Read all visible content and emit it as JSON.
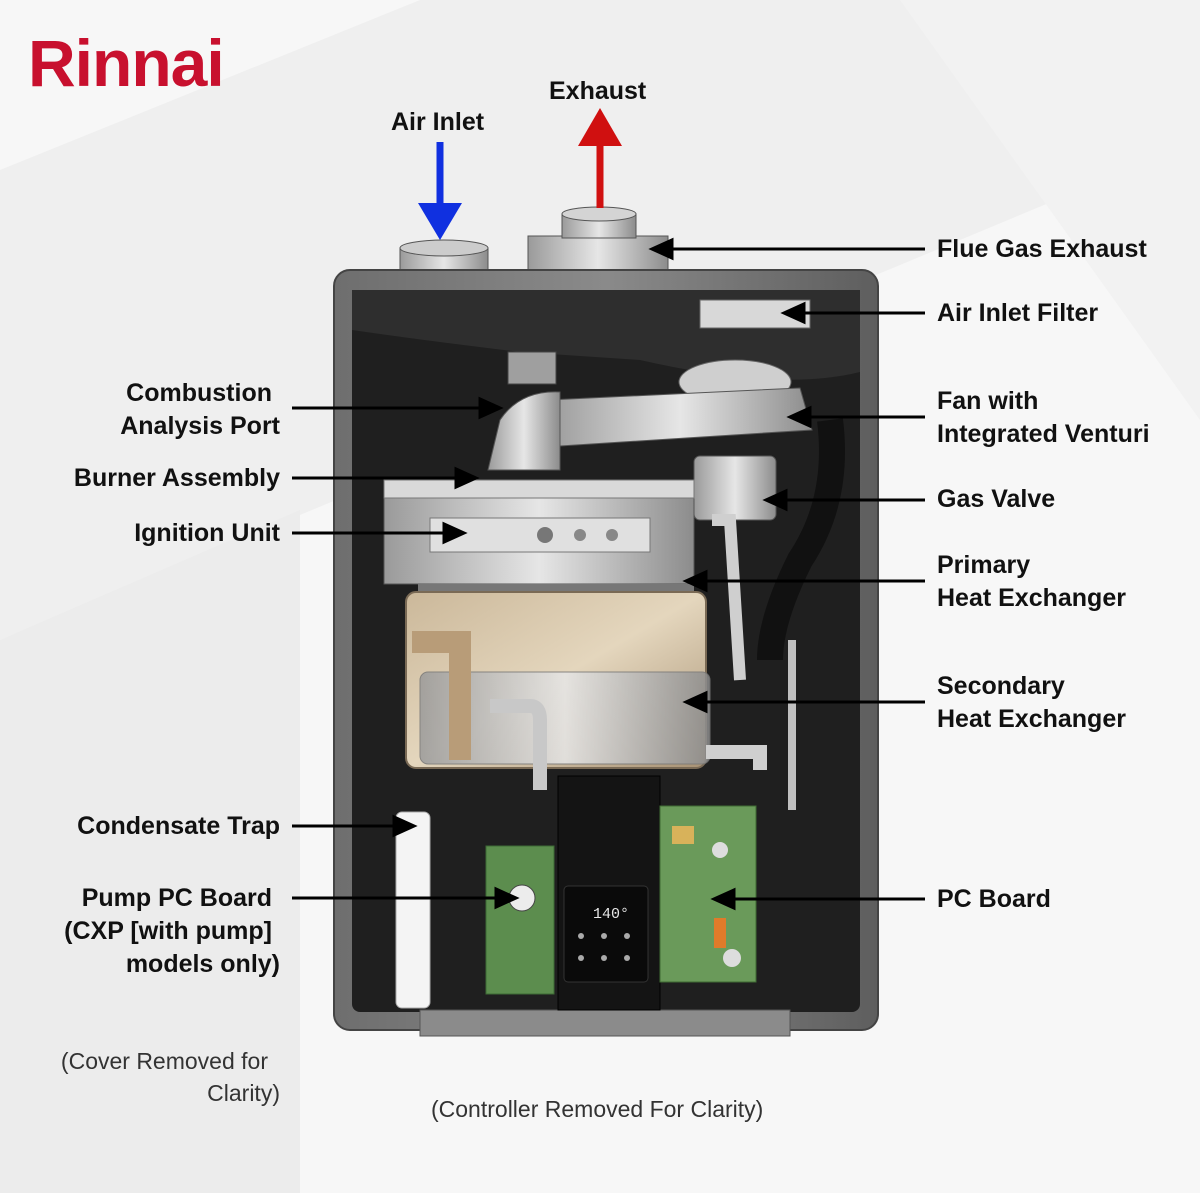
{
  "brand": "Rinnai",
  "top_labels": {
    "air_inlet": "Air Inlet",
    "exhaust": "Exhaust"
  },
  "right_labels": {
    "flue_gas_exhaust": "Flue Gas Exhaust",
    "air_inlet_filter": "Air Inlet Filter",
    "fan": [
      "Fan with",
      "Integrated Venturi"
    ],
    "gas_valve": "Gas Valve",
    "primary_hx": [
      "Primary",
      "Heat Exchanger"
    ],
    "secondary_hx": [
      "Secondary",
      "Heat Exchanger"
    ],
    "pc_board": "PC Board"
  },
  "left_labels": {
    "combustion_port": [
      "Combustion",
      "Analysis Port"
    ],
    "burner": "Burner Assembly",
    "ignition": "Ignition Unit",
    "condensate": "Condensate Trap",
    "pump_board": [
      "Pump PC Board",
      "(CXP [with pump]",
      "models only)"
    ]
  },
  "notes": {
    "cover": [
      "(Cover Removed for",
      "Clarity)"
    ],
    "controller": "(Controller Removed For Clarity)"
  },
  "display_readout": "140°",
  "colors": {
    "brand": "#c8102e",
    "air_arrow": "#1030e0",
    "exhaust_arrow": "#d01010"
  }
}
